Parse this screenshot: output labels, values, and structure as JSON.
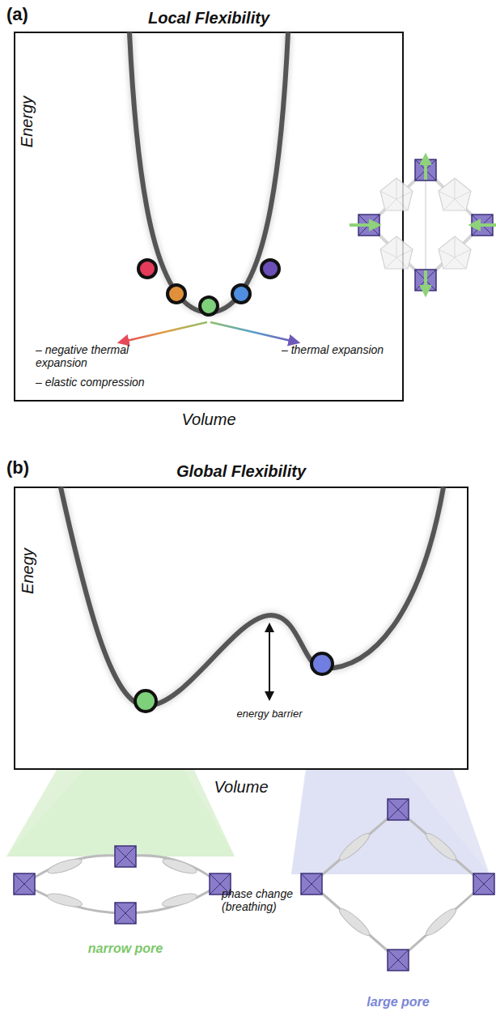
{
  "diagram": {
    "labels": [
      "(a)",
      "Local Flexibility",
      "Energy",
      "Volume",
      "– negative thermal expansion",
      "– elastic compression",
      "– thermal expansion",
      "(b)",
      "Global Flexibility",
      "Enegy",
      "Volume",
      "energy barrier",
      "narrow pore",
      "phase change (breathing)",
      "large pore"
    ]
  }
}
